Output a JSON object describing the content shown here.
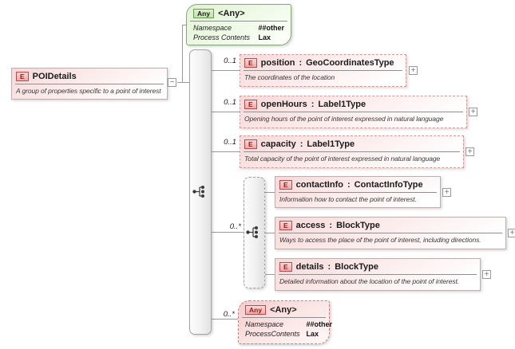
{
  "diagram": {
    "separator": ":",
    "icons": {
      "expand": "+",
      "collapse": "−"
    },
    "root": {
      "badge": "E",
      "name": "POIDetails",
      "annotation": "A group of properties specific to a point of interest"
    },
    "top_wildcard": {
      "badge": "Any",
      "title": "<Any>",
      "rows": [
        {
          "label": "Namespace",
          "value": "##other"
        },
        {
          "label": "Process Contents",
          "value": "Lax"
        }
      ]
    },
    "group_cardinality": "0..*",
    "elements": [
      {
        "cardinality": "0..1",
        "badge": "E",
        "name": "position",
        "type": "GeoCoordinatesType",
        "annotation": "The coordinates of the location"
      },
      {
        "cardinality": "0..1",
        "badge": "E",
        "name": "openHours",
        "type": "Label1Type",
        "annotation": "Opening hours of the point of interest expressed in natural language"
      },
      {
        "cardinality": "0..1",
        "badge": "E",
        "name": "capacity",
        "type": "Label1Type",
        "annotation": "Total capacity of the point of interest expressed in natural language"
      },
      {
        "badge": "E",
        "name": "contactInfo",
        "type": "ContactInfoType",
        "annotation": "Information how to contact the point of interest."
      },
      {
        "badge": "E",
        "name": "access",
        "type": "BlockType",
        "annotation": "Ways to access the place of the point of interest, including directions."
      },
      {
        "badge": "E",
        "name": "details",
        "type": "BlockType",
        "annotation": "Detailed information about the location of the point of interest."
      }
    ],
    "bottom_wildcard": {
      "cardinality": "0..*",
      "badge": "Any",
      "title": "<Any>",
      "rows": [
        {
          "label": "Namespace",
          "value": "##other"
        },
        {
          "label": "ProcessContents",
          "value": "Lax"
        }
      ]
    }
  }
}
